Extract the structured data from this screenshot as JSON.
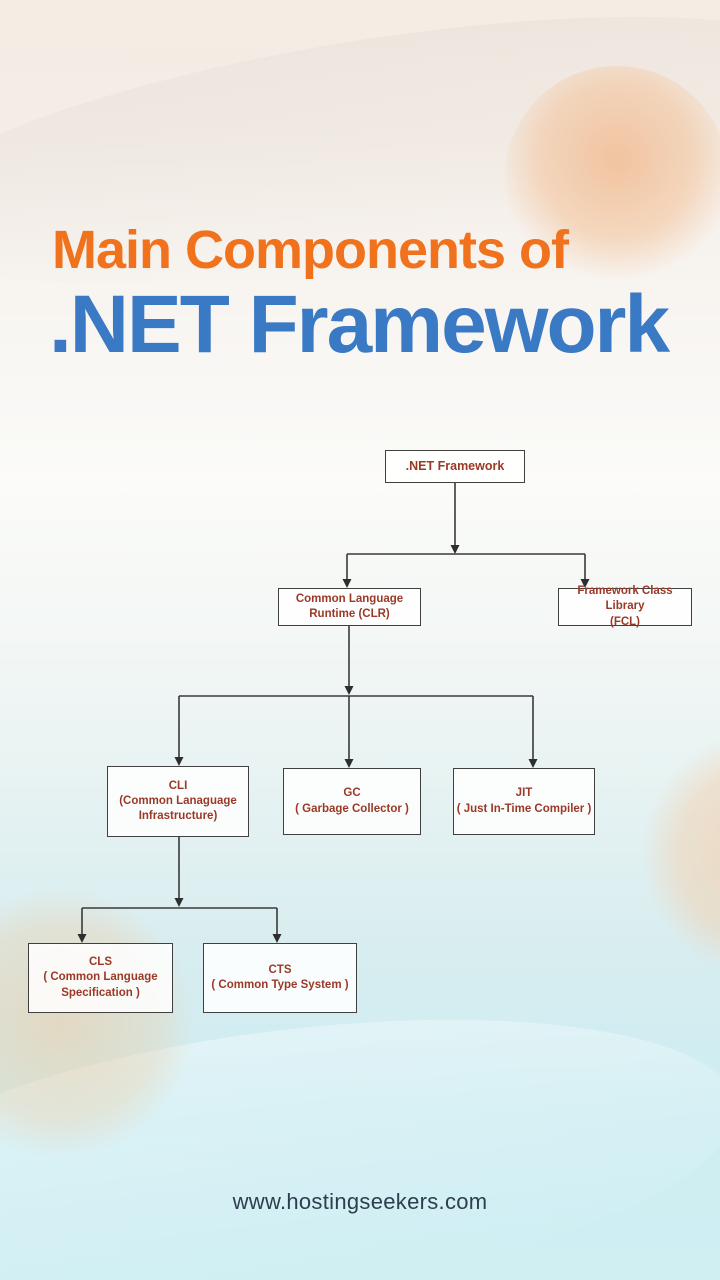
{
  "title": {
    "line1": "Main Components of",
    "line2": ".NET Framework"
  },
  "diagram": {
    "nodes": {
      "root": {
        "label": ".NET Framework"
      },
      "clr": {
        "label": "Common Language\nRuntime (CLR)"
      },
      "fcl": {
        "label": "Framework Class Library\n(FCL)"
      },
      "cli": {
        "label": "CLI\n(Common Lanaguage\nInfrastructure)"
      },
      "gc": {
        "label": "GC\n( Garbage Collector )"
      },
      "jit": {
        "label": "JIT\n( Just In-Time Compiler )"
      },
      "cls": {
        "label": "CLS\n( Common Language\nSpecification )"
      },
      "cts": {
        "label": "CTS\n( Common Type System )"
      }
    }
  },
  "footer": {
    "website": "www.hostingseekers.com"
  },
  "colors": {
    "title_orange": "#F0721D",
    "title_blue": "#3A79C4",
    "node_text": "#9B3927",
    "node_border": "#404040",
    "connector": "#3A3A3A",
    "footer_text": "#2E3D50",
    "background_top": "#F5ECE3",
    "background_bottom": "#CDEDF2",
    "blob_peach": "#F1B98E"
  }
}
